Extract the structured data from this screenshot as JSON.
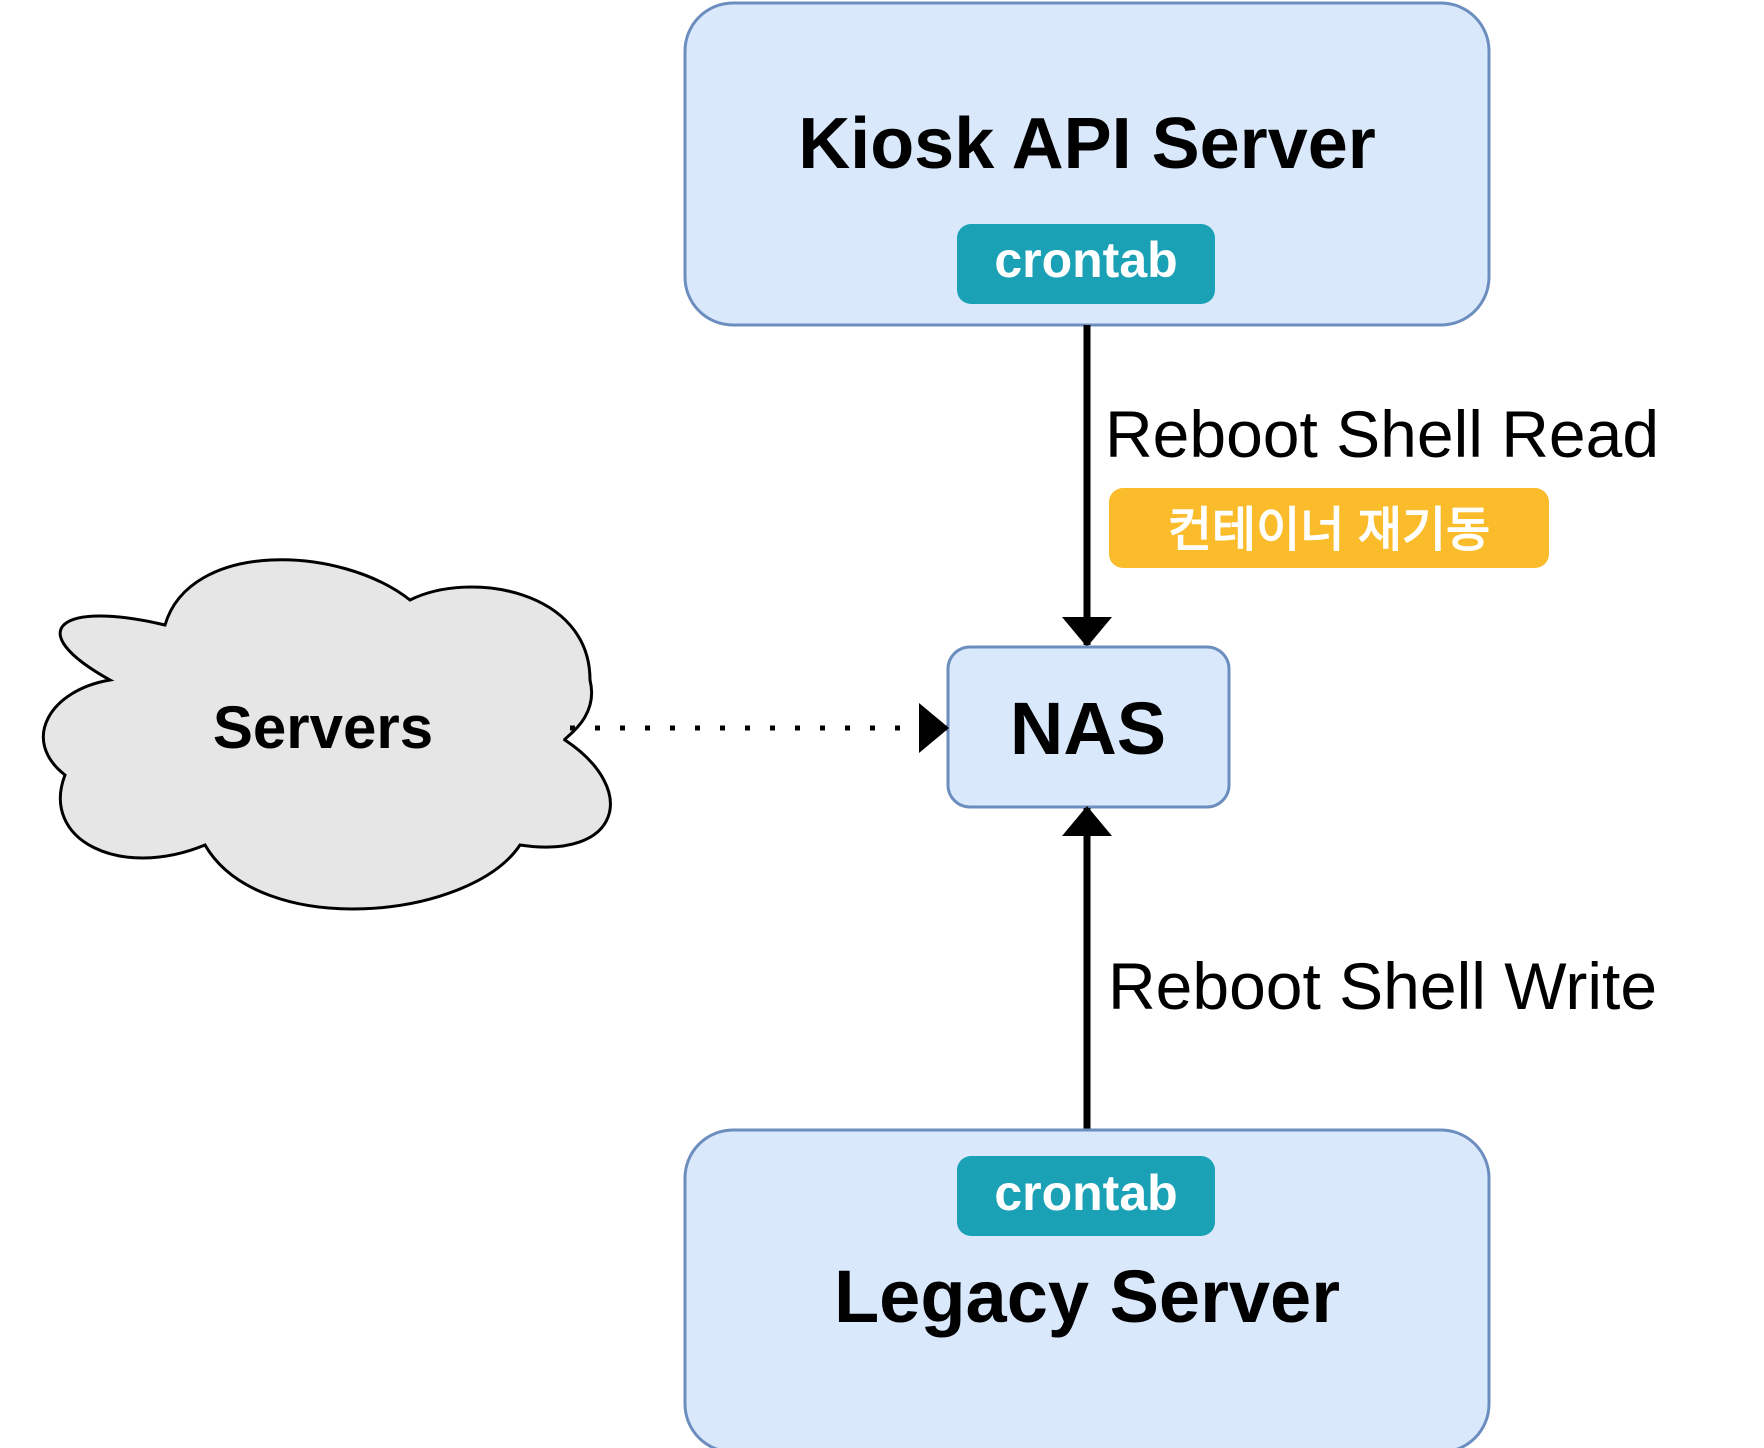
{
  "nodes": {
    "kiosk": {
      "title": "Kiosk API Server",
      "badge": "crontab"
    },
    "nas": {
      "title": "NAS"
    },
    "servers": {
      "title": "Servers"
    },
    "legacy": {
      "title": "Legacy Server",
      "badge": "crontab"
    }
  },
  "edges": {
    "kiosk_to_nas": {
      "label": "Reboot Shell Read",
      "badge": "컨테이너 재기동"
    },
    "legacy_to_nas": {
      "label": "Reboot Shell Write"
    },
    "servers_to_nas": {
      "style": "dotted"
    }
  },
  "colors": {
    "box_fill": "#dae8fc",
    "box_stroke": "#6c8ebf",
    "badge_teal": "#1ba1b5",
    "badge_amber": "#fbbc2c",
    "cloud_fill": "#e6e6e6",
    "cloud_stroke": "#000000"
  }
}
